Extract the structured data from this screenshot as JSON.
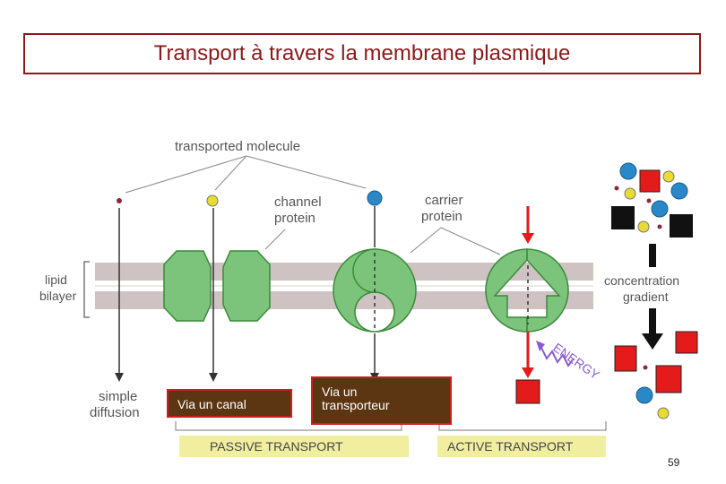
{
  "title": "Transport à travers la membrane plasmique",
  "labels": {
    "transported_molecule": "transported molecule",
    "channel_protein_1": "channel",
    "channel_protein_2": "protein",
    "carrier_protein_1": "carrier",
    "carrier_protein_2": "protein",
    "lipid_bilayer_1": "lipid",
    "lipid_bilayer_2": "bilayer",
    "concentration_gradient_1": "concentration",
    "concentration_gradient_2": "gradient",
    "simple_diffusion_1": "simple",
    "simple_diffusion_2": "diffusion",
    "energy": "ENERGY",
    "passive_transport": "PASSIVE TRANSPORT",
    "active_transport": "ACTIVE TRANSPORT"
  },
  "boxes": {
    "canal": "Via un canal",
    "transporteur_1": "Via un",
    "transporteur_2": "transporteur"
  },
  "page_number": "59",
  "colors": {
    "title": "#8b1a1a",
    "membrane": "#cfc2c2",
    "protein": "#7cc47c",
    "protein_stroke": "#3a8a3a",
    "label_box_fill": "#5c3512",
    "label_box_border": "#cc1f1f",
    "transport_band": "#f2eea0",
    "red_square": "#e41b1b",
    "blue_ball": "#2a88c8",
    "yellow_ball": "#e8dc30",
    "small_dot": "#8b2a3a"
  }
}
